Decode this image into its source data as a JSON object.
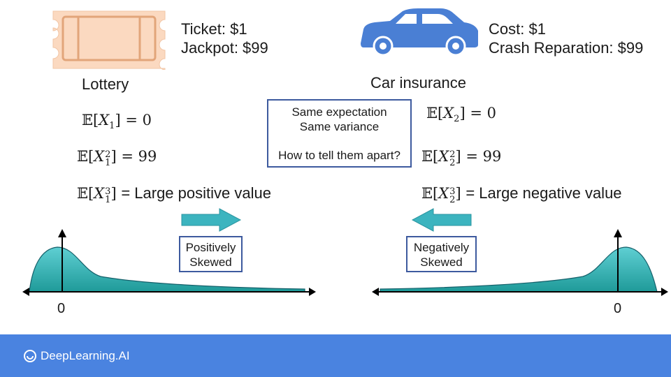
{
  "lottery": {
    "ticket_line": "Ticket: $1",
    "jackpot_line": "Jackpot: $99",
    "label": "Lottery",
    "expectation_value": "= 0",
    "second_moment_value": "= 99",
    "third_moment_value": "= Large positive value",
    "skew_label_line1": "Positively",
    "skew_label_line2": "Skewed",
    "axis_zero": "0"
  },
  "car": {
    "cost_line": "Cost: $1",
    "reparation_line": "Crash Reparation: $99",
    "label": "Car insurance",
    "expectation_value": "= 0",
    "second_moment_value": "= 99",
    "third_moment_value": "= Large negative value",
    "skew_label_line1": "Negatively",
    "skew_label_line2": "Skewed",
    "axis_zero": "0"
  },
  "center_box": {
    "line1": "Same expectation",
    "line2": "Same variance",
    "line3": "How to tell them apart?"
  },
  "footer": {
    "brand": "DeepLearning.AI"
  },
  "colors": {
    "ticket_fill": "#fbd9c0",
    "ticket_stroke": "#e2a57a",
    "car_fill": "#4a7fd4",
    "arrow_fill": "#3cb4bf",
    "curve_top": "#5fcfd3",
    "curve_bottom": "#1f9a99",
    "box_border": "#3d5a9e",
    "footer_bg": "#4a83e0"
  }
}
